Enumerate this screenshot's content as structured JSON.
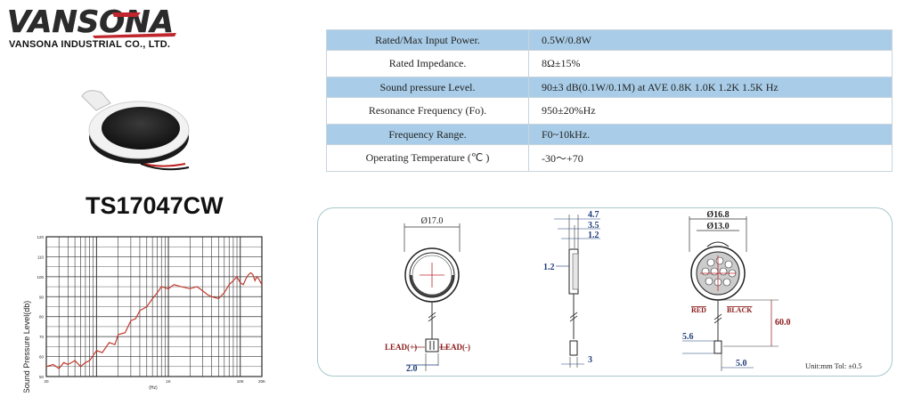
{
  "brand": {
    "logo_text": "VANSONA",
    "company": "VANSONA INDUSTRIAL CO., LTD."
  },
  "product": {
    "model": "TS17047CW"
  },
  "specs": [
    {
      "label": "Rated/Max Input Power.",
      "value": "0.5W/0.8W"
    },
    {
      "label": "Rated Impedance.",
      "value": "8Ω±15%"
    },
    {
      "label": "Sound pressure Level.",
      "value": "90±3 dB(0.1W/0.1M) at  AVE 0.8K 1.0K 1.2K 1.5K  Hz"
    },
    {
      "label": "Resonance Frequency (Fo).",
      "value": "950±20%Hz"
    },
    {
      "label": "Frequency Range.",
      "value": "F0~10kHz."
    },
    {
      "label": "Operating Temperature (℃ )",
      "value": "-30～+70"
    }
  ],
  "chart_data": {
    "type": "line",
    "ylabel": "Sound Pressure Level(db)",
    "xlabel": "(Hz)",
    "x_scale": "log",
    "xlim": [
      20,
      20000
    ],
    "ylim": [
      50,
      120
    ],
    "y_ticks": [
      "120",
      "110",
      "100",
      "90",
      "80",
      "70",
      "60",
      "50"
    ],
    "x_ticks": [
      {
        "value": 20,
        "label": "20"
      },
      {
        "value": 1000,
        "label": "1K"
      },
      {
        "value": 10000,
        "label": "10K"
      },
      {
        "value": 20000,
        "label": "20K"
      }
    ],
    "series": [
      {
        "color": "#c0392b",
        "x": [
          20,
          25,
          30,
          35,
          40,
          50,
          60,
          70,
          80,
          100,
          120,
          150,
          180,
          200,
          250,
          300,
          350,
          400,
          500,
          600,
          700,
          800,
          1000,
          1200,
          1500,
          2000,
          2500,
          3000,
          3500,
          4000,
          5000,
          6000,
          7000,
          8000,
          9000,
          10000,
          11000,
          12000,
          13000,
          14000,
          15000,
          16000,
          17000,
          18000,
          20000
        ],
        "y": [
          55,
          56,
          54,
          57,
          56,
          58,
          55,
          57,
          58,
          63,
          62,
          67,
          66,
          71,
          72,
          78,
          79,
          83,
          85,
          89,
          92,
          95,
          94,
          96,
          95,
          94,
          95,
          93,
          91,
          90,
          89,
          92,
          96,
          98,
          100,
          97,
          96,
          99,
          101,
          102,
          101,
          98,
          100,
          99,
          96
        ]
      }
    ]
  },
  "drawing": {
    "front": {
      "dia": "Ø17.0",
      "lead_pos": "LEAD(+)",
      "lead_neg": "LEAD(-)",
      "pin_pitch": "2.0"
    },
    "side": {
      "d1": "4.7",
      "d2": "3.5",
      "d3": "1.2",
      "d4": "1.2",
      "d5": "3"
    },
    "back": {
      "dia_outer": "Ø16.8",
      "dia_inner": "Ø13.0",
      "red": "RED",
      "black": "BLACK",
      "length": "60.0",
      "d_a": "5.6",
      "d_b": "5.0"
    },
    "unit_note": "Unit:mm  Tol: ±0.5"
  },
  "colors": {
    "table_highlight": "#a9cde8",
    "logo_red": "#c0262d",
    "logo_dark": "#2b2b2b",
    "dim_red": "#8b1a1a",
    "dim_blue": "#1f3e7a"
  }
}
